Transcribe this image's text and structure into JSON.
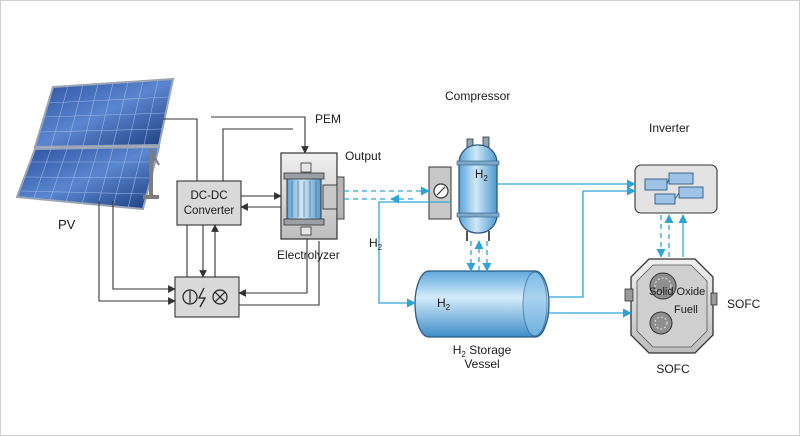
{
  "labels": {
    "pv": "PV",
    "dcdc_line1": "DC-DC",
    "dcdc_line2": "Converter",
    "pem": "PEM",
    "output": "Output",
    "electrolyzer": "Electrolyzer",
    "compressor": "Compressor",
    "compressor_h2": "H",
    "h2_pipe": "H",
    "vessel_h2": "H",
    "storage_line1_prefix": "H",
    "storage_line1_suffix": " Storage",
    "storage_line2": "Vessel",
    "inverter": "Inverter",
    "sofc_inner_1": "Solid Oxide",
    "sofc_inner_2": "Fuell",
    "sofc_right": "SOFC",
    "sofc_bottom": "SOFC",
    "subscript_2": "2"
  },
  "colors": {
    "h2_flow": "#2ea3d6",
    "wire": "#333333",
    "panel_dark": "#1f3f86",
    "panel_light": "#4d78c4",
    "tank": "#8cc4ea",
    "box_fill": "#d9d9d9"
  },
  "icons": {
    "controller": "switch-lightning-meter-icon",
    "inverter": "circuit-blocks-icon"
  }
}
